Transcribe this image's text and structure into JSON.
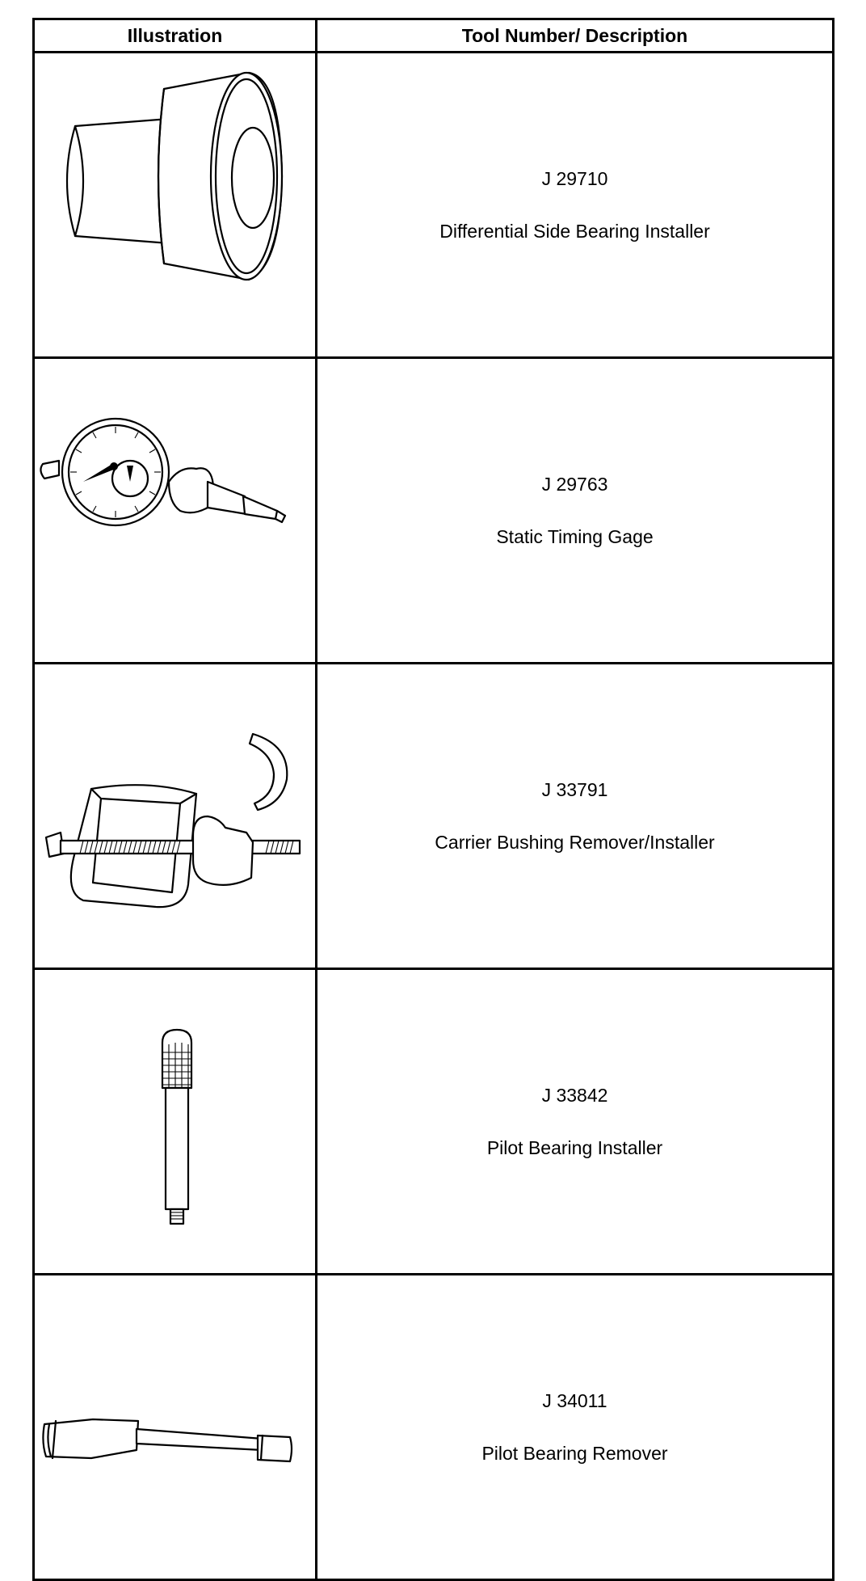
{
  "table": {
    "headers": {
      "illustration": "Illustration",
      "description": "Tool Number/ Description"
    },
    "rows": [
      {
        "tool_number": "J 29710",
        "description": "Differential Side Bearing Installer",
        "icon": "bearing-installer-icon"
      },
      {
        "tool_number": "J 29763",
        "description": "Static Timing Gage",
        "icon": "dial-gauge-icon"
      },
      {
        "tool_number": "J 33791",
        "description": "Carrier Bushing Remover/Installer",
        "icon": "bushing-puller-icon"
      },
      {
        "tool_number": "J 33842",
        "description": "Pilot Bearing Installer",
        "icon": "pilot-installer-icon"
      },
      {
        "tool_number": "J 34011",
        "description": "Pilot Bearing Remover",
        "icon": "pilot-remover-icon"
      }
    ]
  }
}
